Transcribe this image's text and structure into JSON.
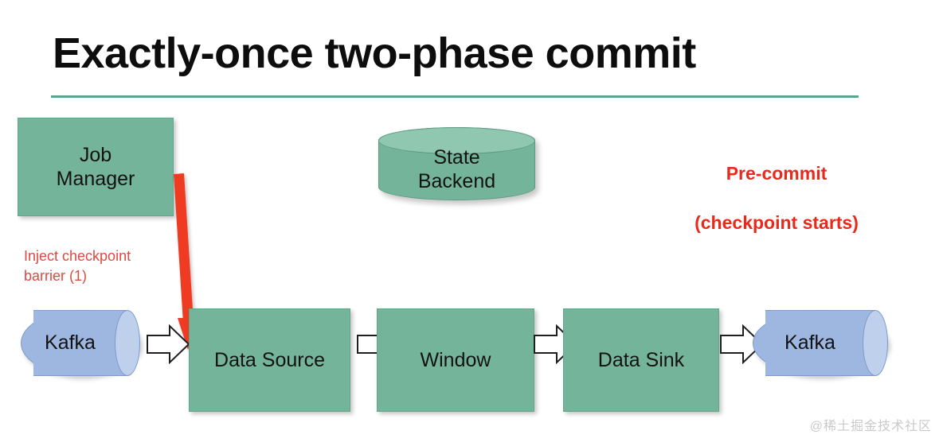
{
  "slide": {
    "title": "Exactly-once two-phase commit",
    "accent_color": "#5aa68d",
    "box_color": "#74b49b",
    "cylinder_color": "#9db7e0",
    "arrow_color": "#e8291c",
    "watermark": "@稀土掘金技术社区"
  },
  "nodes": {
    "job_manager": {
      "label": "Job\nManager",
      "line1": "Job",
      "line2": "Manager"
    },
    "state_backend": {
      "label": "State\nBackend",
      "line1": "State",
      "line2": "Backend"
    },
    "kafka_source": {
      "label": "Kafka"
    },
    "data_source": {
      "label": "Data Source"
    },
    "window": {
      "label": "Window"
    },
    "data_sink": {
      "label": "Data Sink"
    },
    "kafka_sink": {
      "label": "Kafka"
    }
  },
  "annotations": {
    "inject_barrier": "Inject checkpoint\nbarrier (1)",
    "pre_commit_line1": "Pre-commit",
    "pre_commit_line2": "(checkpoint starts)"
  }
}
